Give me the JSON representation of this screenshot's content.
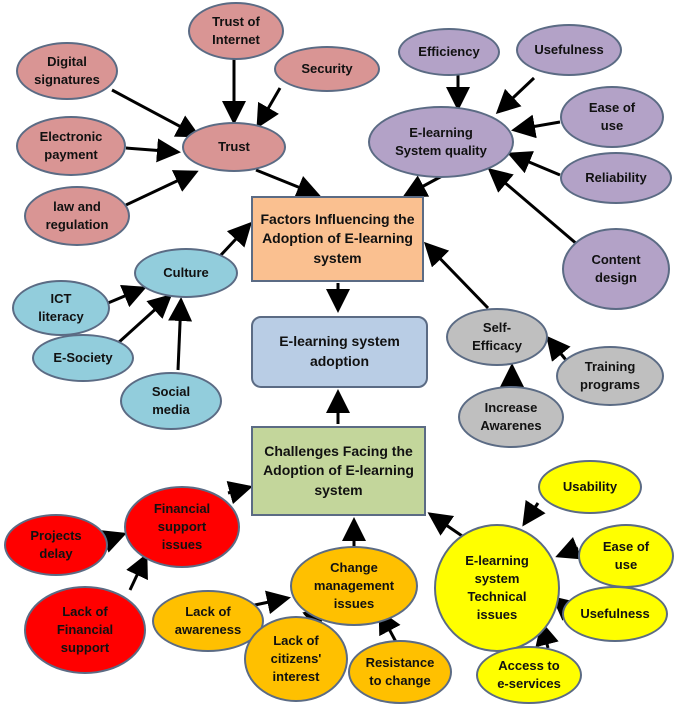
{
  "central": {
    "factors": [
      "Factors Influencing the",
      "Adoption of E-learning",
      "system"
    ],
    "adoption": [
      "E-learning system",
      "adoption"
    ],
    "challenges": [
      "Challenges Facing the",
      "Adoption of E-learning",
      "system"
    ]
  },
  "trust_group": {
    "hub": [
      "Trust"
    ],
    "items": [
      {
        "lines": [
          "Trust of",
          "Internet"
        ]
      },
      {
        "lines": [
          "Digital",
          "signatures"
        ]
      },
      {
        "lines": [
          "Security"
        ]
      },
      {
        "lines": [
          "Electronic",
          "payment"
        ]
      },
      {
        "lines": [
          "law and",
          "regulation"
        ]
      }
    ]
  },
  "quality_group": {
    "hub": [
      "E-learning",
      "System quality"
    ],
    "items": [
      {
        "lines": [
          "Efficiency"
        ]
      },
      {
        "lines": [
          "Usefulness"
        ]
      },
      {
        "lines": [
          "Ease of",
          "use"
        ]
      },
      {
        "lines": [
          "Reliability"
        ]
      },
      {
        "lines": [
          "Content",
          "design"
        ]
      }
    ]
  },
  "culture_group": {
    "hub": [
      "Culture"
    ],
    "items": [
      {
        "lines": [
          "ICT",
          "literacy"
        ]
      },
      {
        "lines": [
          "E-Society"
        ]
      },
      {
        "lines": [
          "Social",
          "media"
        ]
      }
    ]
  },
  "efficacy_group": {
    "hub": [
      "Self-",
      "Efficacy"
    ],
    "items": [
      {
        "lines": [
          "Training",
          "programs"
        ]
      },
      {
        "lines": [
          "Increase",
          "Awarenes"
        ]
      }
    ]
  },
  "financial_group": {
    "hub": [
      "Financial",
      "support",
      "issues"
    ],
    "items": [
      {
        "lines": [
          "Projects",
          "delay"
        ]
      },
      {
        "lines": [
          "Lack of",
          "Financial",
          "support"
        ]
      }
    ]
  },
  "change_group": {
    "hub": [
      "Change",
      "management",
      "issues"
    ],
    "items": [
      {
        "lines": [
          "Lack of",
          "awareness"
        ]
      },
      {
        "lines": [
          "Lack of",
          "citizens'",
          "interest"
        ]
      },
      {
        "lines": [
          "Resistance",
          "to change"
        ]
      }
    ]
  },
  "technical_group": {
    "hub": [
      "E-learning",
      "system",
      "Technical",
      "issues"
    ],
    "items": [
      {
        "lines": [
          "Usability"
        ]
      },
      {
        "lines": [
          "Ease of",
          "use"
        ]
      },
      {
        "lines": [
          "Usefulness"
        ]
      },
      {
        "lines": [
          "Access to",
          "e-services"
        ]
      }
    ]
  },
  "colors": {
    "trust": "#d99594",
    "quality": "#b3a2c7",
    "culture": "#92cddc",
    "efficacy": "#bfbfbf",
    "financial": "#ff0000",
    "change": "#ffc000",
    "technical": "#ffff00",
    "factors_box": "#fac090",
    "adoption_box": "#b9cde5",
    "challenges_box": "#c3d69b"
  }
}
